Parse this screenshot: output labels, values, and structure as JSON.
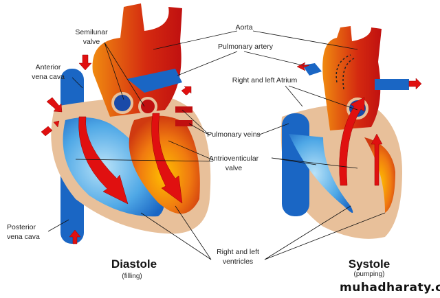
{
  "labels": {
    "aorta": "Aorta",
    "semilunar_valve": [
      "Semilunar",
      "valve"
    ],
    "pulmonary_artery": "Pulmonary artery",
    "anterior_vena_cava": [
      "Anterior",
      "vena cava"
    ],
    "atrium": "Right and left Atrium",
    "pulmonary_veins": "Pulmonary veins",
    "av_valve": [
      "Antrioventicular",
      "valve"
    ],
    "posterior_vena_cava": [
      "Posterior",
      "vena cava"
    ],
    "ventricles": [
      "Right and left",
      "ventricles"
    ]
  },
  "panels": {
    "diastole": {
      "title": "Diastole",
      "subtitle": "(filling)"
    },
    "systole": {
      "title": "Systole",
      "subtitle": "(pumping)"
    }
  },
  "watermark": "muhadharaty.com",
  "colors": {
    "oxygenated": "#d42a10",
    "deoxygenated": "#1a66c4",
    "arrow": "#e01010",
    "muscle": "#e8c09a"
  }
}
